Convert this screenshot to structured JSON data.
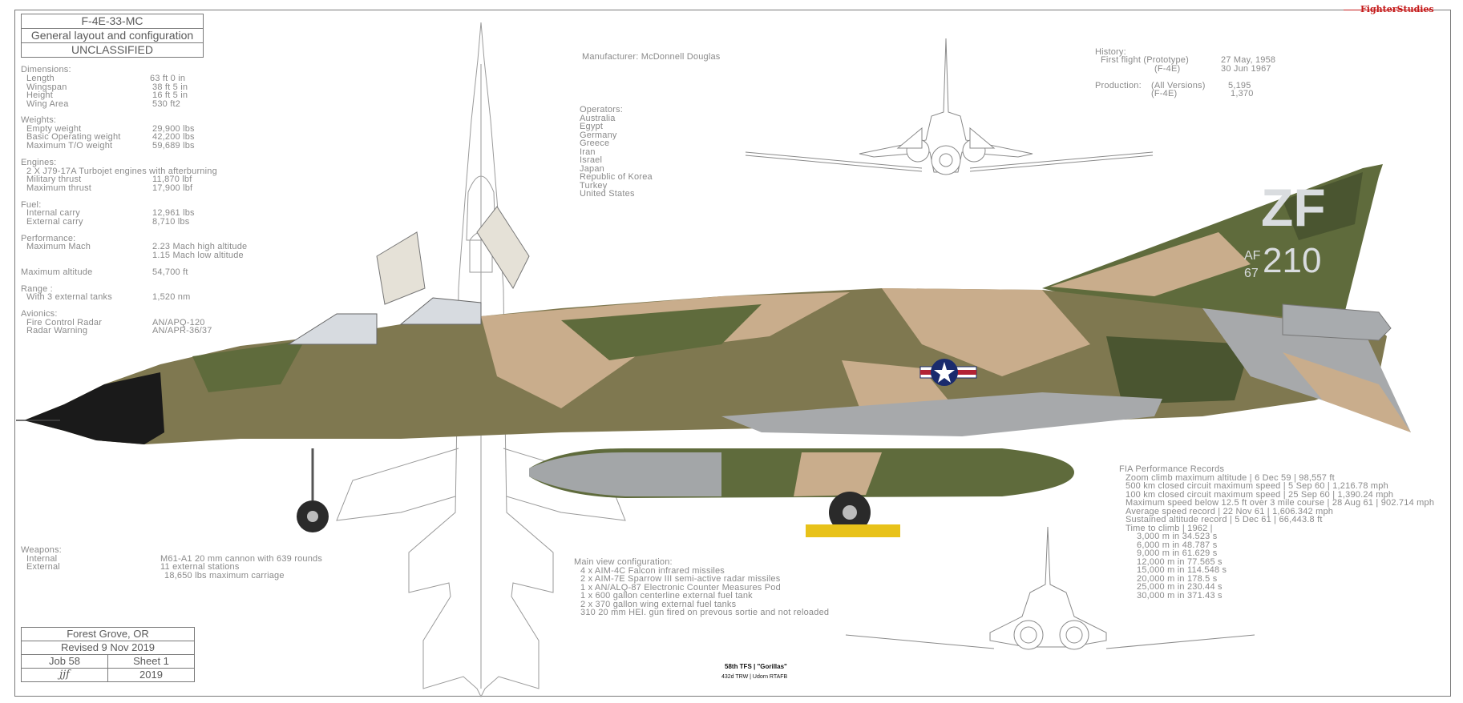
{
  "brand": "FighterStudies",
  "title_block": {
    "designation": "F-4E-33-MC",
    "subtitle": "General layout and configuration",
    "classification": "UNCLASSIFIED"
  },
  "specs": {
    "dimensions_head": "Dimensions:",
    "dimensions": [
      {
        "label": "Length",
        "value": "63 ft 0 in"
      },
      {
        "label": "Wingspan",
        "value": "38 ft 5 in"
      },
      {
        "label": "Height",
        "value": "16 ft 5 in"
      },
      {
        "label": "Wing Area",
        "value": "530 ft2"
      }
    ],
    "weights_head": "Weights:",
    "weights": [
      {
        "label": "Empty weight",
        "value": "29,900 lbs"
      },
      {
        "label": "Basic Operating weight",
        "value": "42,200 lbs"
      },
      {
        "label": "Maximum T/O weight",
        "value": "59,689 lbs"
      }
    ],
    "engines_head": "Engines:",
    "engines_desc": "2 X J79-17A Turbojet engines with afterburning",
    "engines": [
      {
        "label": "Military thrust",
        "value": "11,870 lbf"
      },
      {
        "label": "Maximum thrust",
        "value": "17,900 lbf"
      }
    ],
    "fuel_head": "Fuel:",
    "fuel": [
      {
        "label": "Internal carry",
        "value": "12,961 lbs"
      },
      {
        "label": "External carry",
        "value": "8,710 lbs"
      }
    ],
    "performance_head": "Performance:",
    "performance_label": "Maximum Mach",
    "performance_values": [
      "2.23 Mach high altitude",
      "1.15 Mach low altitude"
    ],
    "max_alt_label": "Maximum altitude",
    "max_alt_value": "54,700 ft",
    "range_head": "Range :",
    "range_label": "With 3 external tanks",
    "range_value": "1,520 nm",
    "avionics_head": "Avionics:",
    "avionics": [
      {
        "label": "Fire Control Radar",
        "value": "AN/APQ-120"
      },
      {
        "label": "Radar Warning",
        "value": "AN/APR-36/37"
      }
    ]
  },
  "weapons": {
    "head": "Weapons:",
    "internal_label": "Internal",
    "internal_value": "M61-A1 20 mm cannon with 639 rounds",
    "external_label": "External",
    "external_values": [
      "11 external stations",
      "18,650 lbs maximum carriage"
    ]
  },
  "manufacturer": "Manufacturer: McDonnell Douglas",
  "operators": {
    "head": "Operators:",
    "list": [
      "Australia",
      "Egypt",
      "Germany",
      "Greece",
      "Iran",
      "Israel",
      "Japan",
      "Republic of Korea",
      "Turkey",
      "United States"
    ]
  },
  "history": {
    "head": "History:",
    "first_flight_label": "First flight (Prototype)",
    "first_flight_sub": "(F-4E)",
    "first_flight_dates": [
      "27 May, 1958",
      "30 Jun 1967"
    ],
    "production_label": "Production:",
    "production_sub": [
      "(All Versions)",
      "(F-4E)"
    ],
    "production_values": [
      "5,195",
      "1,370"
    ]
  },
  "records": {
    "head": "FIA Performance Records",
    "lines": [
      "Zoom climb maximum altitude | 6 Dec 59 | 98,557 ft",
      "500 km closed circuit maximum speed | 5 Sep 60 | 1,216.78 mph",
      "100 km closed circuit maximum speed | 25 Sep 60 | 1,390.24 mph",
      "Maximum speed below 12.5 ft over 3 mile course | 28 Aug 61 | 902.714 mph",
      "Average speed record | 22 Nov 61 | 1,606.342 mph",
      "Sustained altitude record | 5 Dec 61 | 66,443.8 ft",
      "Time to climb | 1962 |"
    ],
    "climb": [
      "3,000 m in 34.523 s",
      "6,000 m in 48.787 s",
      "9,000 m in 61.629 s",
      "12,000 m in 77.565 s",
      "15,000 m in 114.548 s",
      "20,000 m in 178.5 s",
      "25,000 m in 230.44 s",
      "30,000 m in 371.43 s"
    ]
  },
  "main_view": {
    "head": "Main view configuration:",
    "lines": [
      "4 x AIM-4C Falcon infrared missiles",
      "2 x AIM-7E Sparrow III semi-active radar missiles",
      "1 x AN/ALQ-87 Electronic Counter Measures Pod",
      "1 x 600 gallon centerline external fuel tank",
      "2 x 370 gallon wing external fuel tanks",
      "310 20 mm HEI. gun fired on prevous sortie and not reloaded"
    ]
  },
  "tail": {
    "code": "ZF",
    "af": "AF",
    "year": "67",
    "serial": "210"
  },
  "unit": {
    "line1": "58th TFS | \"Gorillas\"",
    "line2": "432d TRW | Udorn RTAFB"
  },
  "info_block": {
    "location": "Forest Grove, OR",
    "revised": "Revised 9 Nov 2019",
    "job": "Job 58",
    "sheet": "Sheet 1",
    "initials": "jjf",
    "year": "2019"
  },
  "colors": {
    "camo_green": "#5f6b3c",
    "camo_dark": "#4a5530",
    "camo_tan": "#c9ad8c",
    "nose": "#1a1a1a",
    "line": "#8a8a8a",
    "brand_red": "#c41a1a"
  }
}
